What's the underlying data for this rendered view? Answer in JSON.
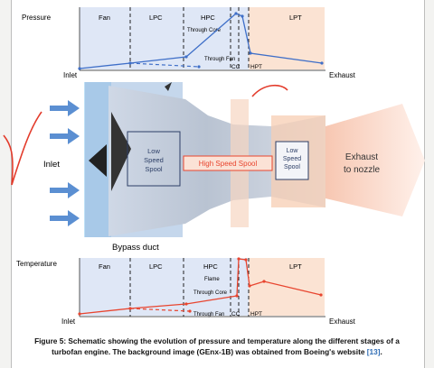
{
  "pressure_chart": {
    "ylabel": "Pressure",
    "stages": [
      "Fan",
      "LPC",
      "HPC",
      "CC",
      "HPT",
      "LPT"
    ],
    "annotations": [
      "Through Core",
      "Through Fan"
    ],
    "inlet": "Inlet",
    "exhaust": "Exhaust"
  },
  "engine": {
    "inlet": "Inlet",
    "low_speed_spool_left": "Low Speed Spool",
    "high_speed_spool": "High Speed Spool",
    "low_speed_spool_right": "Low Speed Spool",
    "exhaust": "Exhaust to nozzle",
    "bypass": "Bypass duct"
  },
  "temperature_chart": {
    "ylabel": "Temperature",
    "stages": [
      "Fan",
      "LPC",
      "HPC",
      "CC",
      "HPT",
      "LPT"
    ],
    "annotations": [
      "Flame",
      "Through Core",
      "Through Fan"
    ],
    "inlet": "Inlet",
    "exhaust": "Exhaust"
  },
  "caption": {
    "prefix": "Figure 5: Schematic showing the evolution of pressure and temperature along the different stages of a turbofan engine. The background image (GEnx-1B) was obtained from Boeing's website ",
    "ref": "[13]",
    "suffix": "."
  },
  "chart_data": [
    {
      "type": "line",
      "title": "",
      "ylabel": "Pressure",
      "categories": [
        "Inlet",
        "Fan",
        "LPC",
        "HPC",
        "CC",
        "HPT",
        "LPT",
        "Exhaust"
      ],
      "series": [
        {
          "name": "Through Core",
          "values": [
            0.05,
            0.1,
            0.3,
            0.55,
            1.0,
            0.9,
            0.35,
            0.05
          ]
        },
        {
          "name": "Through Fan",
          "values": [
            0.05,
            0.1,
            0.15,
            0.2,
            null,
            null,
            null,
            null
          ]
        }
      ],
      "grid": false
    },
    {
      "type": "line",
      "title": "",
      "ylabel": "Temperature",
      "categories": [
        "Inlet",
        "Fan",
        "LPC",
        "HPC",
        "CC",
        "HPT",
        "LPT",
        "Exhaust"
      ],
      "series": [
        {
          "name": "Through Core",
          "values": [
            0.05,
            0.12,
            0.25,
            0.6,
            1.0,
            0.75,
            0.45,
            0.3
          ]
        },
        {
          "name": "Through Fan",
          "values": [
            0.05,
            0.12,
            0.13,
            0.15,
            null,
            null,
            null,
            null
          ]
        }
      ],
      "grid": false
    }
  ],
  "colors": {
    "compressor_fill": "#dfe7f6",
    "turbine_fill": "#fbe3d3",
    "pressure_line": "#3f6fc8",
    "temperature_line": "#e8452f",
    "inlet_arrows": "#5b8fd2"
  }
}
